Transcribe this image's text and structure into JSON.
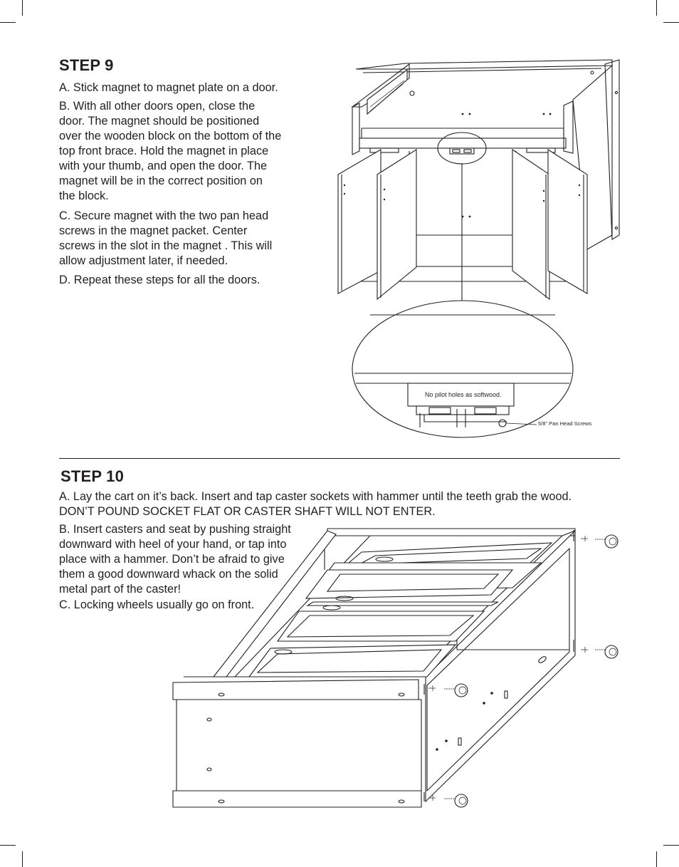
{
  "step9": {
    "title": "STEP 9",
    "a": "A. Stick magnet to magnet plate on a door.",
    "b_lines": [
      "B. With all other doors open, close the",
      "door. The magnet should be positioned",
      "over the wooden block on the bottom of the",
      "top front brace. Hold the magnet in place",
      "with your thumb, and open the door. The",
      "magnet will be in the correct position on",
      "the block."
    ],
    "c_lines": [
      "C. Secure magnet with the two pan head",
      "screws in the magnet packet. Center",
      "screws in the slot in the magnet . This will",
      "allow adjustment later, if needed."
    ],
    "d": "D. Repeat these steps for all the doors.",
    "callout_note": "No pilot holes as softwood.",
    "screw_label": "5/8\" Pan Head Screws"
  },
  "step10": {
    "title": "STEP 10",
    "a_lines": [
      "A. Lay the cart on it’s back. Insert and tap caster sockets with hammer until the teeth grab the wood.",
      "DON’T POUND SOCKET FLAT OR CASTER SHAFT WILL NOT ENTER."
    ],
    "b_lines": [
      "B. Insert casters and seat by pushing straight",
      "downward with heel of your hand, or tap into",
      "place with a hammer. Don’t be afraid to give",
      "them a good downward whack on the solid",
      "metal part of the caster!"
    ],
    "c": "C. Locking wheels usually go on front."
  }
}
